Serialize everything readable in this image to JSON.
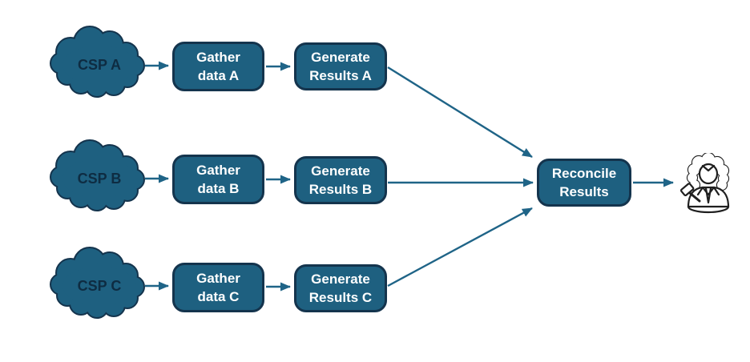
{
  "colors": {
    "node_fill": "#1e6080",
    "node_border": "#14344d",
    "arrow": "#1f6487",
    "node_text": "#ffffff",
    "cloud_text": "#0e2c42",
    "person_stroke": "#1f1f1f",
    "background": "#ffffff"
  },
  "rows": [
    {
      "cloud_label": "CSP A",
      "gather_label": "Gather\ndata A",
      "generate_label": "Generate\nResults A"
    },
    {
      "cloud_label": "CSP B",
      "gather_label": "Gather\ndata B",
      "generate_label": "Generate\nResults B"
    },
    {
      "cloud_label": "CSP C",
      "gather_label": "Gather\ndata C",
      "generate_label": "Generate\nResults C"
    }
  ],
  "reconcile": {
    "label": "Reconcile\nResults"
  },
  "icons": {
    "cloud": "cloud-shape",
    "person": "judge-with-gavel-icon"
  }
}
